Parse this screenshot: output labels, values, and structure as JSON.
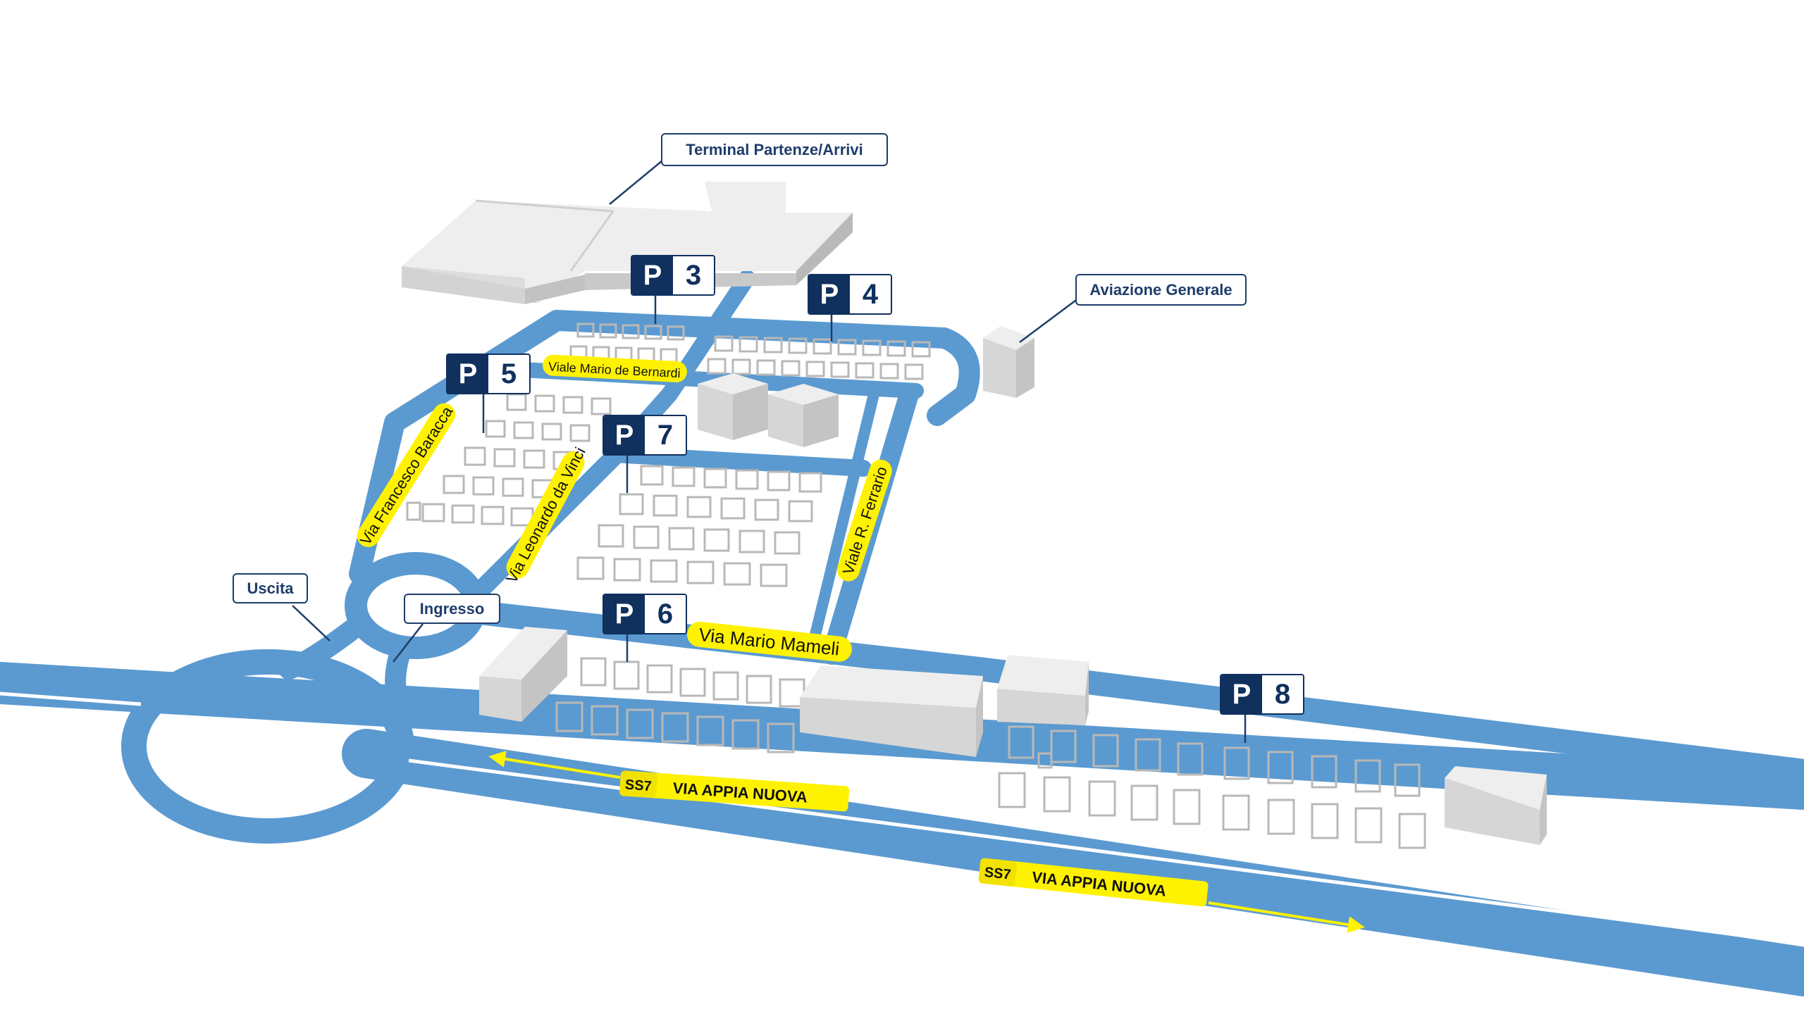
{
  "colors": {
    "road": "#5b9ad0",
    "road_edge": "#4a88c0",
    "street_label_bg": "#fff200",
    "sign_dark": "#10305e",
    "callout_border": "#1e3d6b",
    "building_top": "#eeeeee",
    "building_side": "#c7c7c7",
    "building_front": "#d9d9d9",
    "parking_lot": "#ffffff",
    "stall_line": "#b8b8b8"
  },
  "callouts": {
    "terminal": "Terminal Partenze/Arrivi",
    "aviazione": "Aviazione Generale",
    "uscita": "Uscita",
    "ingresso": "Ingresso"
  },
  "parking": {
    "p_letter": "P",
    "p3": "3",
    "p4": "4",
    "p5": "5",
    "p6": "6",
    "p7": "7",
    "p8": "8"
  },
  "streets": {
    "bernardi": "Viale Mario de Bernardi",
    "baracca": "Via Francesco Baracca",
    "davinci": "Via Leonardo da Vinci",
    "ferrario": "Viale R. Ferrario",
    "mameli": "Via Mario Mameli"
  },
  "highway": {
    "code": "SS7",
    "name": "VIA APPIA NUOVA"
  },
  "icons": {
    "direction_arrows": "arrow-icon"
  }
}
